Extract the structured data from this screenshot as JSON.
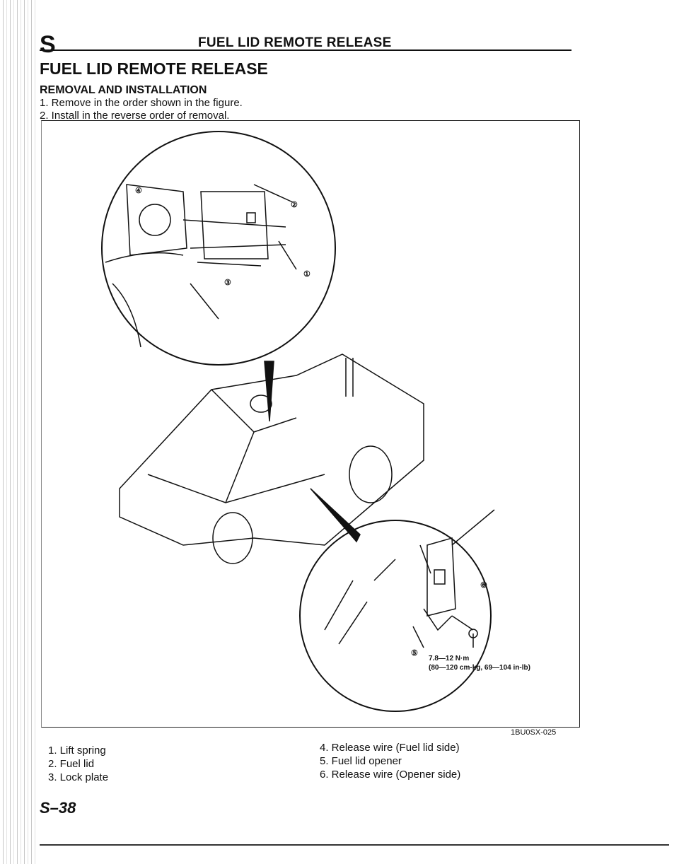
{
  "header": {
    "section_letter": "S",
    "running_title": "FUEL LID REMOTE RELEASE"
  },
  "title": "FUEL LID REMOTE RELEASE",
  "subtitle": "REMOVAL AND INSTALLATION",
  "steps": [
    "1. Remove in the order shown in the figure.",
    "2. Install in the reverse order of removal."
  ],
  "figure": {
    "callouts": [
      "①",
      "②",
      "③",
      "④",
      "⑤",
      "⑥"
    ],
    "torque_line1": "7.8—12 N·m",
    "torque_line2": "(80—120 cm-kg, 69—104 in-lb)",
    "code": "1BU0SX-025"
  },
  "legend": {
    "left": [
      "1. Lift spring",
      "2. Fuel lid",
      "3. Lock plate"
    ],
    "right": [
      "4. Release wire (Fuel lid side)",
      "5. Fuel lid opener",
      "6. Release wire (Opener side)"
    ]
  },
  "footer": {
    "page_number": "S–38"
  }
}
